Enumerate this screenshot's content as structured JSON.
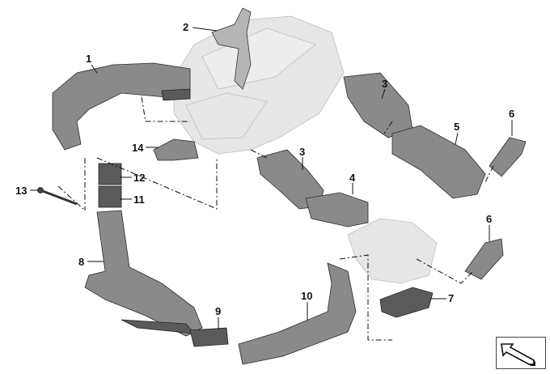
{
  "diagram": {
    "callouts": [
      {
        "id": "c1",
        "label": "1"
      },
      {
        "id": "c2",
        "label": "2"
      },
      {
        "id": "c3a",
        "label": "3"
      },
      {
        "id": "c3b",
        "label": "3"
      },
      {
        "id": "c4",
        "label": "4"
      },
      {
        "id": "c5",
        "label": "5"
      },
      {
        "id": "c6a",
        "label": "6"
      },
      {
        "id": "c6b",
        "label": "6"
      },
      {
        "id": "c7",
        "label": "7"
      },
      {
        "id": "c8",
        "label": "8"
      },
      {
        "id": "c9",
        "label": "9"
      },
      {
        "id": "c10",
        "label": "10"
      },
      {
        "id": "c11",
        "label": "11"
      },
      {
        "id": "c12",
        "label": "12"
      },
      {
        "id": "c13",
        "label": "13"
      },
      {
        "id": "c14",
        "label": "14"
      }
    ]
  },
  "colors": {
    "part": "#8a8a8a",
    "ghost": "#e6e6e6",
    "line": "#111111"
  },
  "nav_icon": "arrow-navigation-icon"
}
